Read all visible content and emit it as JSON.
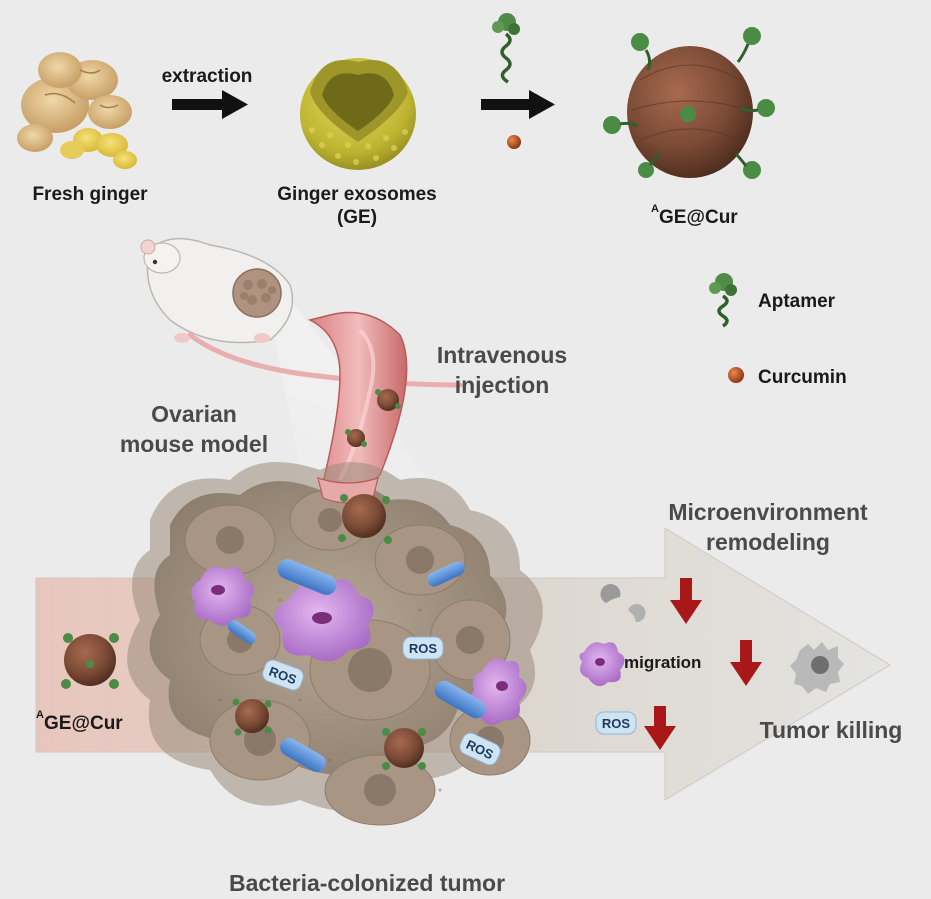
{
  "labels": {
    "fresh_ginger": "Fresh ginger",
    "extraction": "extraction",
    "ginger_exosomes_line1": "Ginger exosomes",
    "ginger_exosomes_line2": "(GE)",
    "age_cur_top_sup": "A",
    "age_cur_top": "GE@Cur",
    "aptamer": "Aptamer",
    "curcumin": "Curcumin",
    "intravenous_line1": "Intravenous",
    "intravenous_line2": "injection",
    "ovarian_line1": "Ovarian",
    "ovarian_line2": "mouse model",
    "micro_line1": "Microenvironment",
    "micro_line2": "remodeling",
    "migration": "migration",
    "tumor_killing": "Tumor killing",
    "age_cur_left_sup": "A",
    "age_cur_left": "GE@Cur",
    "bacteria_tumor": "Bacteria-colonized tumor",
    "ros_1": "ROS",
    "ros_2": "ROS",
    "ros_3": "ROS",
    "ros_4": "ROS"
  },
  "colors": {
    "background": "#ebebeb",
    "exosome_yellow": "#c9c23a",
    "nanoparticle_brown": "#7a4a35",
    "aptamer_green": "#3e7a3a",
    "curcumin_orange": "#b2451d",
    "down_arrow_red": "#a81818",
    "macrophage_purple": "#c58ad9",
    "bacteria_blue": "#5a8fd6",
    "ros_badge": "#cfe4f3"
  }
}
